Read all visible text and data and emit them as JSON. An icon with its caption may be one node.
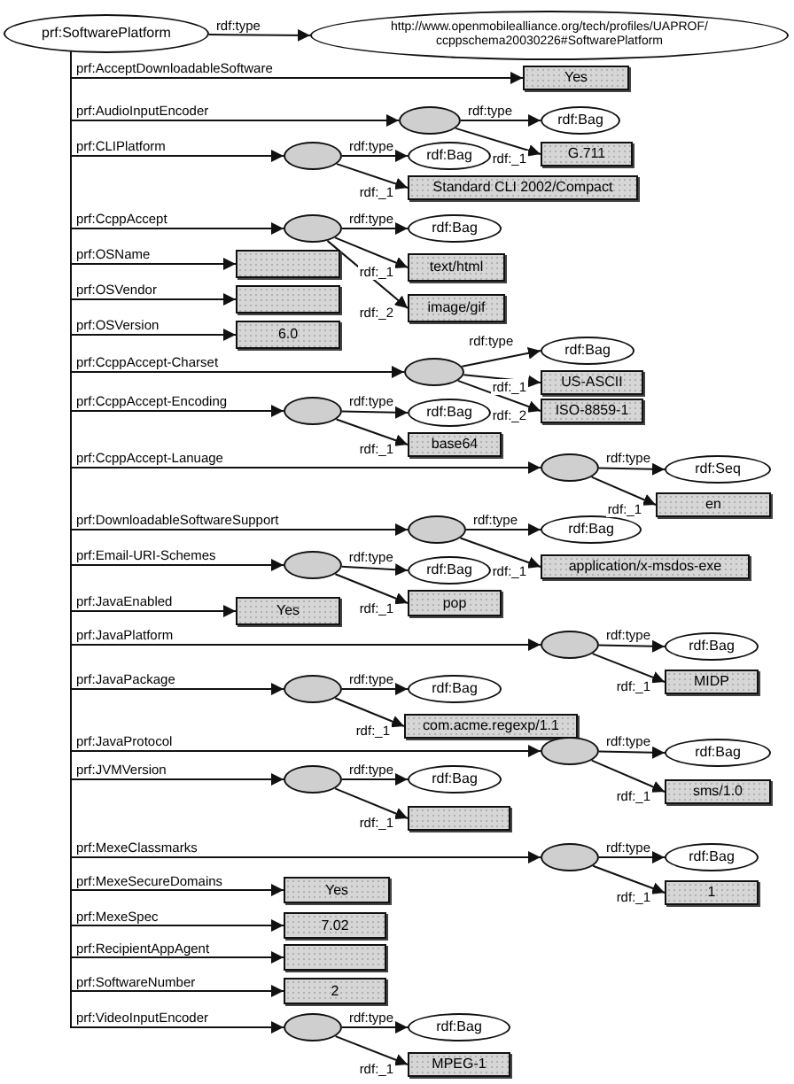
{
  "diagram": {
    "nodes": [
      {
        "text": [
          "prf:SoftwarePlatform"
        ]
      },
      {
        "text": [
          "http://www.openmobilealliance.org/tech/profiles/UAPROF/ ccppschema20030226#SoftwarePlatform"
        ]
      },
      {
        "text": [
          "Yes"
        ]
      },
      {
        "text": [],
        "shape": "ellipse"
      },
      {
        "text": [
          "rdf:Bag"
        ]
      },
      {
        "text": [
          "G.711"
        ]
      },
      {
        "text": [],
        "shape": "ellipse"
      },
      {
        "text": [
          "rdf:Bag"
        ]
      },
      {
        "text": [
          "Standard CLI 2002/Compact"
        ]
      },
      {
        "text": [],
        "shape": "ellipse"
      },
      {
        "text": [
          "rdf:Bag"
        ]
      },
      {
        "text": [
          "text/html"
        ]
      },
      {
        "text": [
          "image/gif"
        ]
      },
      {
        "text": [],
        "shape": "box"
      },
      {
        "text": [],
        "shape": "box"
      },
      {
        "text": [
          "6.0"
        ]
      },
      {
        "text": [],
        "shape": "ellipse"
      },
      {
        "text": [
          "rdf:Bag"
        ]
      },
      {
        "text": [
          "US-ASCII"
        ]
      },
      {
        "text": [
          "ISO-8859-1"
        ]
      },
      {
        "text": [],
        "shape": "ellipse"
      },
      {
        "text": [
          "rdf:Bag"
        ]
      },
      {
        "text": [
          "base64"
        ]
      },
      {
        "text": [],
        "shape": "ellipse"
      },
      {
        "text": [
          "rdf:Seq"
        ]
      },
      {
        "text": [
          "en"
        ]
      },
      {
        "text": [],
        "shape": "ellipse"
      },
      {
        "text": [
          "rdf:Bag"
        ]
      },
      {
        "text": [
          "application/x-msdos-exe"
        ]
      },
      {
        "text": [],
        "shape": "ellipse"
      },
      {
        "text": [
          "rdf:Bag"
        ]
      },
      {
        "text": [
          "pop"
        ]
      },
      {
        "text": [
          "Yes"
        ]
      },
      {
        "text": [],
        "shape": "ellipse"
      },
      {
        "text": [
          "rdf:Bag"
        ]
      },
      {
        "text": [
          "MIDP"
        ]
      },
      {
        "text": [],
        "shape": "ellipse"
      },
      {
        "text": [
          "rdf:Bag"
        ]
      },
      {
        "text": [
          "com.acme.regexp/1.1"
        ]
      },
      {
        "text": [],
        "shape": "ellipse"
      },
      {
        "text": [
          "rdf:Bag"
        ]
      },
      {
        "text": [
          "sms/1.0"
        ]
      },
      {
        "text": [],
        "shape": "ellipse"
      },
      {
        "text": [
          "rdf:Bag"
        ]
      },
      {
        "text": [],
        "shape": "box"
      },
      {
        "text": [],
        "shape": "ellipse"
      },
      {
        "text": [
          "rdf:Bag"
        ]
      },
      {
        "text": [
          "1"
        ]
      },
      {
        "text": [
          "Yes"
        ]
      },
      {
        "text": [
          "7.02"
        ]
      },
      {
        "text": [],
        "shape": "box"
      },
      {
        "text": [
          "2"
        ]
      },
      {
        "text": [],
        "shape": "ellipse"
      },
      {
        "text": [
          "rdf:Bag"
        ]
      },
      {
        "text": [
          "MPEG-1"
        ]
      }
    ],
    "edges": [
      {
        "from": 0,
        "to": 1,
        "arrow": "to",
        "label": "rdf:type"
      },
      {
        "from": 0,
        "to": 2,
        "arrow": "to",
        "label": "prf:AcceptDownloadableSoftware"
      },
      {
        "from": 0,
        "to": 3,
        "arrow": "to",
        "label": "prf:AudioInputEncoder"
      },
      {
        "from": 3,
        "to": 4,
        "arrow": "to",
        "label": "rdf:type"
      },
      {
        "from": 3,
        "to": 5,
        "arrow": "to",
        "label": "rdf:_1"
      },
      {
        "from": 0,
        "to": 6,
        "arrow": "to",
        "label": "prf:CLIPlatform"
      },
      {
        "from": 6,
        "to": 7,
        "arrow": "to",
        "label": "rdf:type"
      },
      {
        "from": 6,
        "to": 8,
        "arrow": "to",
        "label": "rdf:_1"
      },
      {
        "from": 0,
        "to": 9,
        "arrow": "to",
        "label": "prf:CcppAccept"
      },
      {
        "from": 9,
        "to": 10,
        "arrow": "to",
        "label": "rdf:type"
      },
      {
        "from": 9,
        "to": 11,
        "arrow": "to",
        "label": "rdf:_1"
      },
      {
        "from": 9,
        "to": 12,
        "arrow": "to",
        "label": "rdf:_2"
      },
      {
        "from": 0,
        "to": 13,
        "arrow": "to",
        "label": "prf:OSName"
      },
      {
        "from": 0,
        "to": 14,
        "arrow": "to",
        "label": "prf:OSVendor"
      },
      {
        "from": 0,
        "to": 15,
        "arrow": "to",
        "label": "prf:OSVersion"
      },
      {
        "from": 0,
        "to": 16,
        "arrow": "to",
        "label": "prf:CcppAccept-Charset"
      },
      {
        "from": 16,
        "to": 17,
        "arrow": "to",
        "label": "rdf:type"
      },
      {
        "from": 16,
        "to": 18,
        "arrow": "to",
        "label": "rdf:_1"
      },
      {
        "from": 16,
        "to": 19,
        "arrow": "to",
        "label": "rdf:_2"
      },
      {
        "from": 0,
        "to": 20,
        "arrow": "to",
        "label": "prf:CcppAccept-Encoding"
      },
      {
        "from": 20,
        "to": 21,
        "arrow": "to",
        "label": "rdf:type"
      },
      {
        "from": 20,
        "to": 22,
        "arrow": "to",
        "label": "rdf:_1"
      },
      {
        "from": 0,
        "to": 23,
        "arrow": "to",
        "label": "prf:CcppAccept-Lanuage"
      },
      {
        "from": 23,
        "to": 24,
        "arrow": "to",
        "label": "rdf:type"
      },
      {
        "from": 23,
        "to": 25,
        "arrow": "to",
        "label": "rdf:_1"
      },
      {
        "from": 0,
        "to": 26,
        "arrow": "to",
        "label": "prf:DownloadableSoftwareSupport"
      },
      {
        "from": 26,
        "to": 27,
        "arrow": "to",
        "label": "rdf:type"
      },
      {
        "from": 26,
        "to": 28,
        "arrow": "to",
        "label": "rdf:_1"
      },
      {
        "from": 0,
        "to": 29,
        "arrow": "to",
        "label": "prf:Email-URI-Schemes"
      },
      {
        "from": 29,
        "to": 30,
        "arrow": "to",
        "label": "rdf:type"
      },
      {
        "from": 29,
        "to": 31,
        "arrow": "to",
        "label": "rdf:_1"
      },
      {
        "from": 0,
        "to": 32,
        "arrow": "to",
        "label": "prf:JavaEnabled"
      },
      {
        "from": 0,
        "to": 33,
        "arrow": "to",
        "label": "prf:JavaPlatform"
      },
      {
        "from": 33,
        "to": 34,
        "arrow": "to",
        "label": "rdf:type"
      },
      {
        "from": 33,
        "to": 35,
        "arrow": "to",
        "label": "rdf:_1"
      },
      {
        "from": 0,
        "to": 36,
        "arrow": "to",
        "label": "prf:JavaPackage"
      },
      {
        "from": 36,
        "to": 37,
        "arrow": "to",
        "label": "rdf:type"
      },
      {
        "from": 36,
        "to": 38,
        "arrow": "to",
        "label": "rdf:_1"
      },
      {
        "from": 0,
        "to": 39,
        "arrow": "to",
        "label": "prf:JavaProtocol"
      },
      {
        "from": 39,
        "to": 40,
        "arrow": "to",
        "label": "rdf:type"
      },
      {
        "from": 39,
        "to": 41,
        "arrow": "to",
        "label": "rdf:_1"
      },
      {
        "from": 0,
        "to": 42,
        "arrow": "to",
        "label": "prf:JVMVersion"
      },
      {
        "from": 42,
        "to": 43,
        "arrow": "to",
        "label": "rdf:type"
      },
      {
        "from": 42,
        "to": 44,
        "arrow": "to",
        "label": "rdf:_1"
      },
      {
        "from": 0,
        "to": 45,
        "arrow": "to",
        "label": "prf:MexeClassmarks"
      },
      {
        "from": 45,
        "to": 46,
        "arrow": "to",
        "label": "rdf:type"
      },
      {
        "from": 45,
        "to": 47,
        "arrow": "to",
        "label": "rdf:_1"
      },
      {
        "from": 0,
        "to": 48,
        "arrow": "to",
        "label": "prf:MexeSecureDomains"
      },
      {
        "from": 0,
        "to": 49,
        "arrow": "to",
        "label": "prf:MexeSpec"
      },
      {
        "from": 0,
        "to": 50,
        "arrow": "to",
        "label": "prf:RecipientAppAgent"
      },
      {
        "from": 0,
        "to": 51,
        "arrow": "to",
        "label": "prf:SoftwareNumber"
      },
      {
        "from": 0,
        "to": 52,
        "arrow": "to",
        "label": "prf:VideoInputEncoder"
      },
      {
        "from": 52,
        "to": 53,
        "arrow": "to",
        "label": "rdf:type"
      },
      {
        "from": 52,
        "to": 54,
        "arrow": "to",
        "label": "rdf:_1"
      }
    ]
  }
}
